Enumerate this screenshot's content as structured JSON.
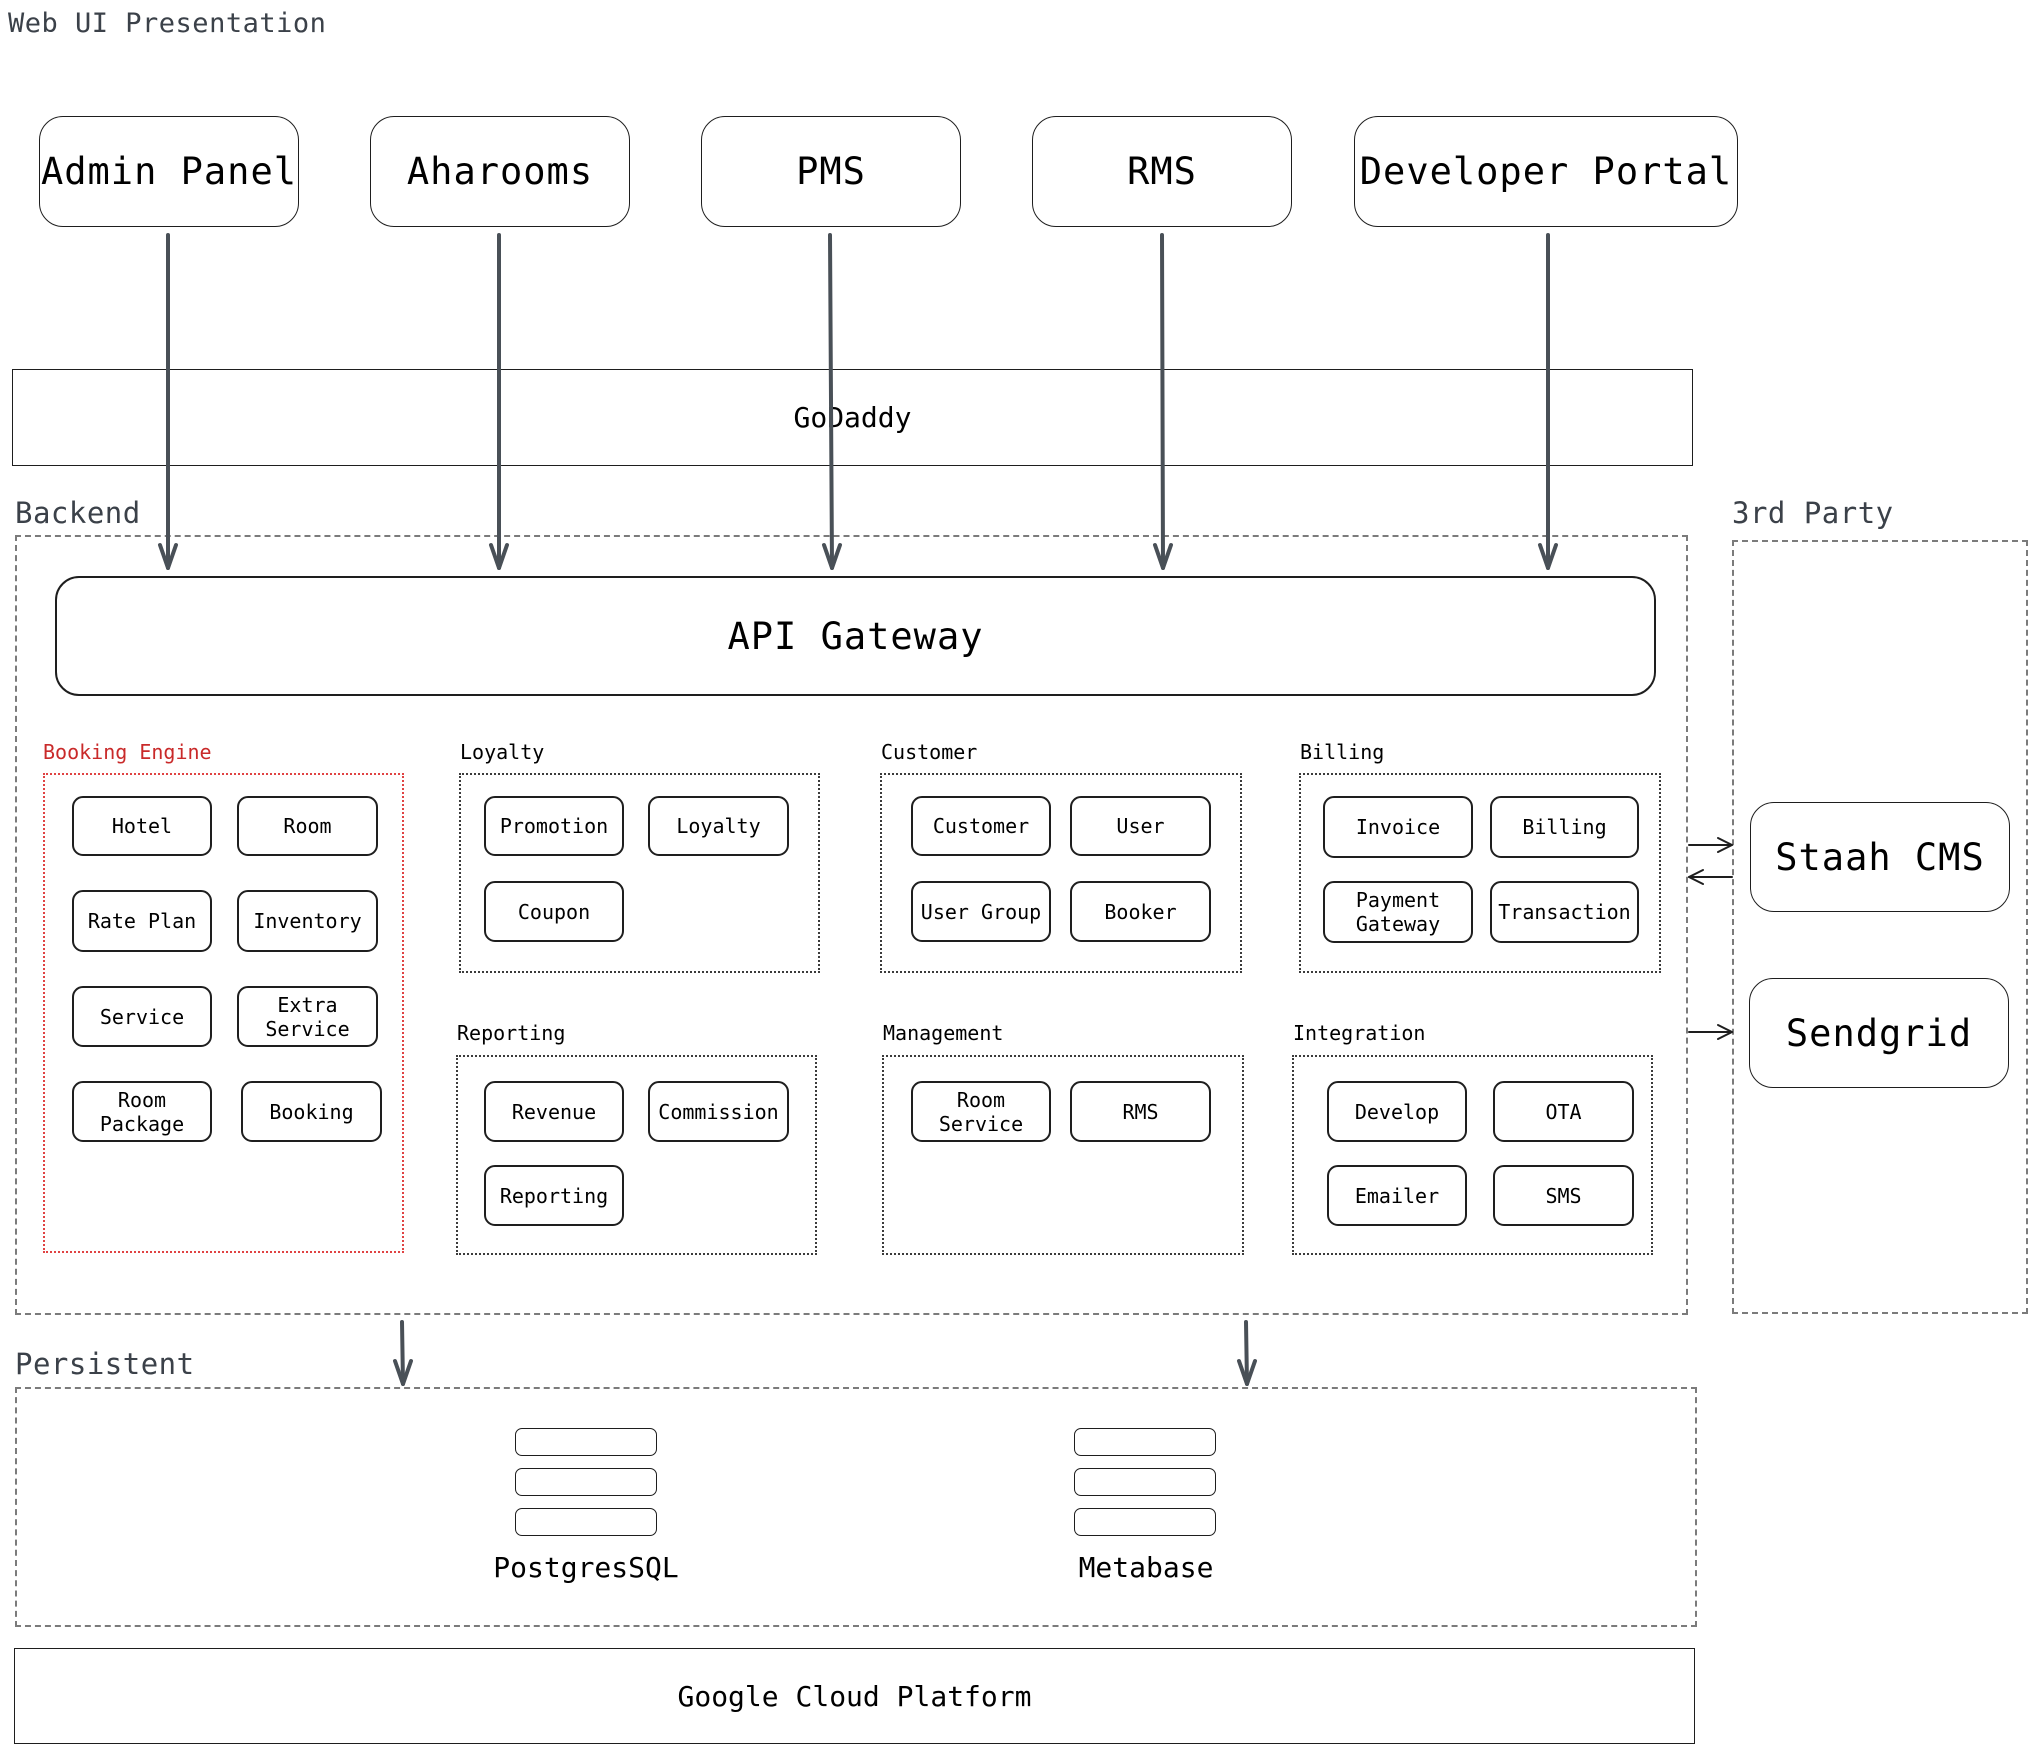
{
  "header": {
    "title": "Web UI Presentation"
  },
  "clients": [
    {
      "key": "admin",
      "label": "Admin Panel"
    },
    {
      "key": "aharooms",
      "label": "Aharooms"
    },
    {
      "key": "pms",
      "label": "PMS"
    },
    {
      "key": "rms",
      "label": "RMS"
    },
    {
      "key": "devportal",
      "label": "Developer Portal"
    }
  ],
  "dns": {
    "label": "GoDaddy"
  },
  "backend": {
    "label": "Backend",
    "gateway": "API Gateway",
    "groups": {
      "booking_engine": {
        "title": "Booking Engine",
        "services": [
          "Hotel",
          "Room",
          "Rate Plan",
          "Inventory",
          "Service",
          "Extra Service",
          "Room Package",
          "Booking"
        ]
      },
      "loyalty": {
        "title": "Loyalty",
        "services": [
          "Promotion",
          "Loyalty",
          "Coupon"
        ]
      },
      "customer": {
        "title": "Customer",
        "services": [
          "Customer",
          "User",
          "User Group",
          "Booker"
        ]
      },
      "billing": {
        "title": "Billing",
        "services": [
          "Invoice",
          "Billing",
          "Payment Gateway",
          "Transaction"
        ]
      },
      "reporting": {
        "title": "Reporting",
        "services": [
          "Revenue",
          "Commission",
          "Reporting"
        ]
      },
      "management": {
        "title": "Management",
        "services": [
          "Room Service",
          "RMS"
        ]
      },
      "integration": {
        "title": "Integration",
        "services": [
          "Develop",
          "OTA",
          "Emailer",
          "SMS"
        ]
      }
    }
  },
  "third_party": {
    "label": "3rd Party",
    "items": [
      "Staah CMS",
      "Sendgrid"
    ]
  },
  "persistent": {
    "label": "Persistent",
    "stores": [
      "PostgresSQL",
      "Metabase"
    ]
  },
  "cloud": {
    "label": "Google Cloud Platform"
  },
  "colors": {
    "stroke": "#1e1e1e",
    "arrow": "#495057",
    "label": "#3b4149",
    "booking_engine_accent": "#e03131"
  }
}
